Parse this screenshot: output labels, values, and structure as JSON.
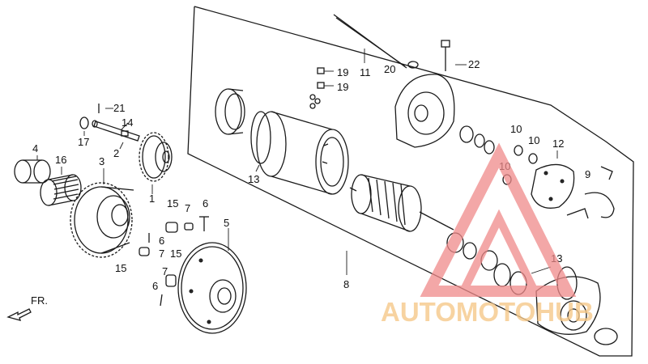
{
  "diagram": {
    "direction_label": "FR.",
    "callouts": {
      "c1": "1",
      "c2": "2",
      "c3": "3",
      "c4": "4",
      "c5": "5",
      "c6a": "6",
      "c6b": "6",
      "c6c": "6",
      "c7a": "7",
      "c7b": "7",
      "c7c": "7",
      "c8": "8",
      "c9": "9",
      "c10a": "10",
      "c10b": "10",
      "c10c": "10",
      "c11": "11",
      "c12": "12",
      "c13a": "13",
      "c13b": "13",
      "c14": "14",
      "c15a": "15",
      "c15b": "15",
      "c15c": "15",
      "c16": "16",
      "c17": "17",
      "c19a": "19",
      "c19b": "19",
      "c20": "20",
      "c21": "21",
      "c22": "22"
    }
  },
  "watermark": {
    "text": "AUTOMOTOHUB",
    "triangle_color": "#f08a8a",
    "text_color": "#f6c98a"
  }
}
